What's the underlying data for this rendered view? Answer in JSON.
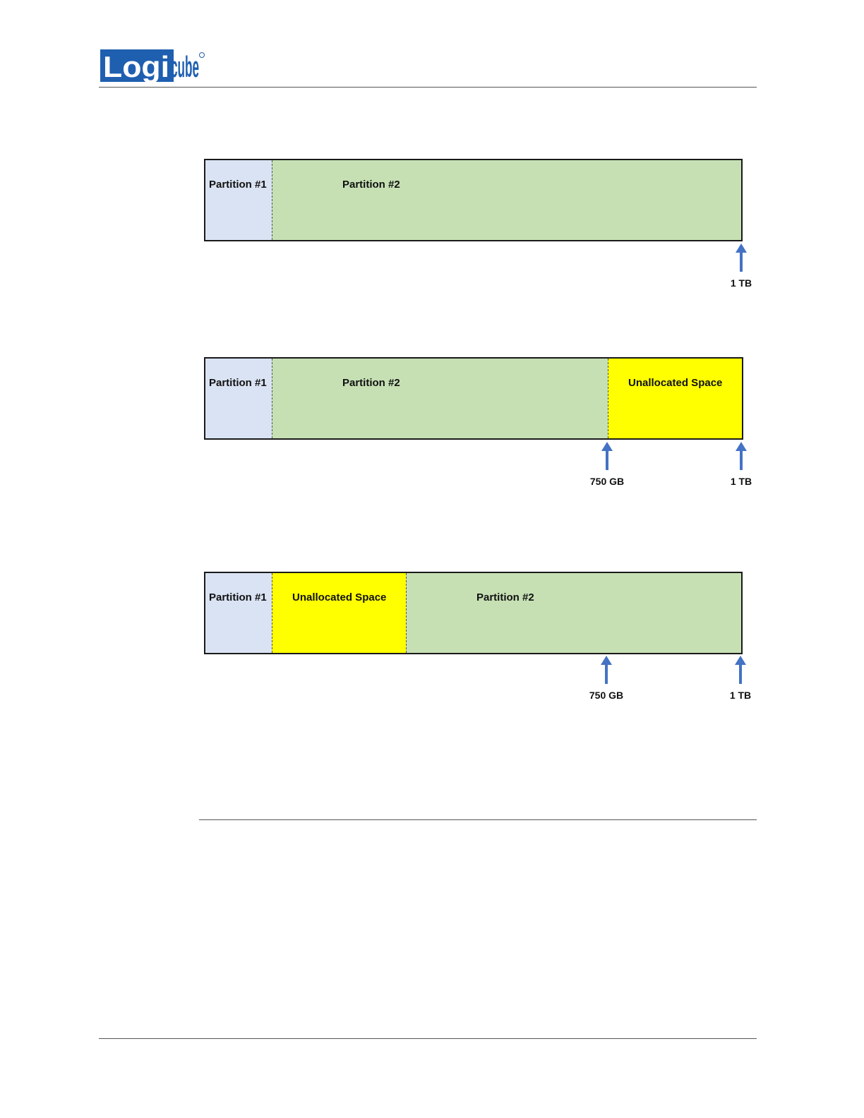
{
  "header": {
    "logo_text": "Logicube",
    "logo_color": "#1f5fb0"
  },
  "diagrams": [
    {
      "segments": [
        {
          "label": "Partition #1",
          "kind": "partition-1"
        },
        {
          "label": "Partition #2",
          "kind": "partition-2"
        }
      ],
      "markers": [
        {
          "label": "1 TB"
        }
      ]
    },
    {
      "segments": [
        {
          "label": "Partition #1",
          "kind": "partition-1"
        },
        {
          "label": "Partition #2",
          "kind": "partition-2"
        },
        {
          "label": "Unallocated Space",
          "kind": "unallocated"
        }
      ],
      "markers": [
        {
          "label": "750 GB"
        },
        {
          "label": "1 TB"
        }
      ]
    },
    {
      "segments": [
        {
          "label": "Partition #1",
          "kind": "partition-1"
        },
        {
          "label": "Unallocated Space",
          "kind": "unallocated"
        },
        {
          "label": "Partition #2",
          "kind": "partition-2"
        }
      ],
      "markers": [
        {
          "label": "750 GB"
        },
        {
          "label": "1 TB"
        }
      ]
    }
  ],
  "colors": {
    "partition_1": "#dae3f3",
    "partition_2": "#c6e0b4",
    "unallocated": "#ffff00",
    "arrow": "#4472c4"
  }
}
